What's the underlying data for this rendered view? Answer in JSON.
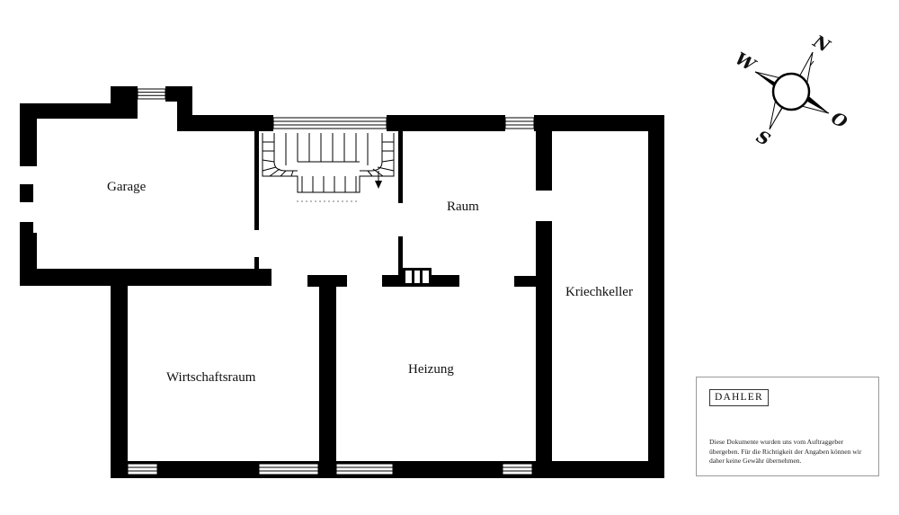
{
  "rooms": {
    "garage": "Garage",
    "raum": "Raum",
    "kriechkeller": "Kriechkeller",
    "wirtschaftsraum": "Wirtschaftsraum",
    "heizung": "Heizung"
  },
  "compass": {
    "north": "N",
    "east": "O",
    "south": "S",
    "west": "W"
  },
  "disclaimer": {
    "brand": "DAHLER",
    "text": "Diese Dokumente wurden uns vom Auftraggeber übergeben. Für die Richtigkeit der Angaben können wir daher keine Gewähr übernehmen."
  }
}
